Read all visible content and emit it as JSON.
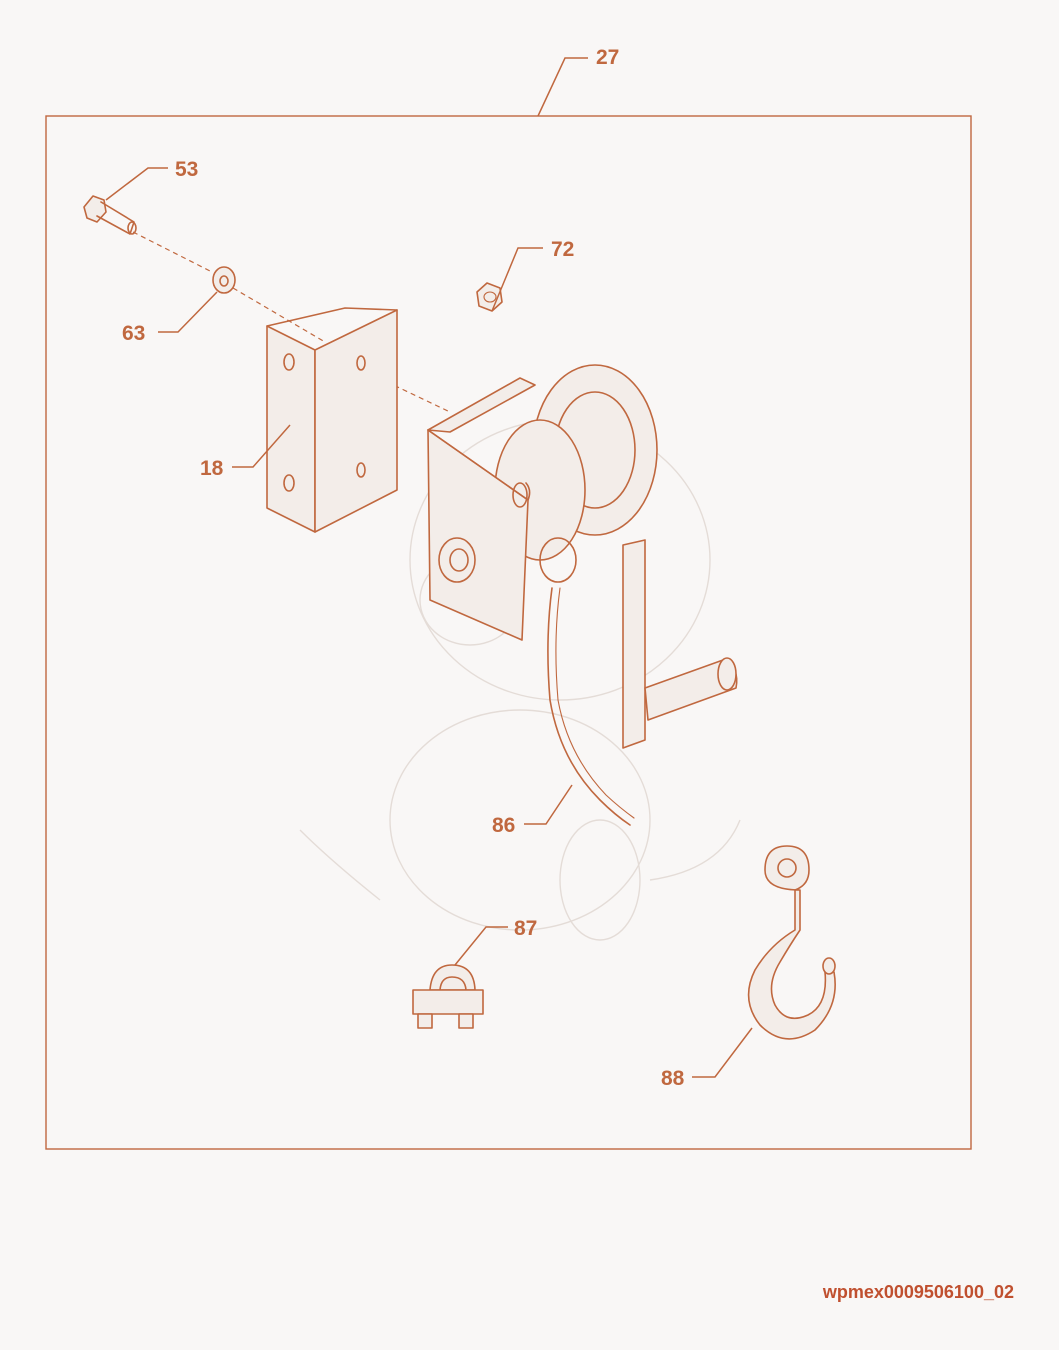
{
  "callouts": {
    "assembly": "27",
    "bolt": "53",
    "washer": "63",
    "nut": "72",
    "bracket": "18",
    "cable": "86",
    "cable_clamp": "87",
    "hook": "88"
  },
  "document_id": "wpmex0009506100_02",
  "colors": {
    "line": "#c0683f",
    "text": "#c0502f",
    "background": "#f9f7f6"
  }
}
